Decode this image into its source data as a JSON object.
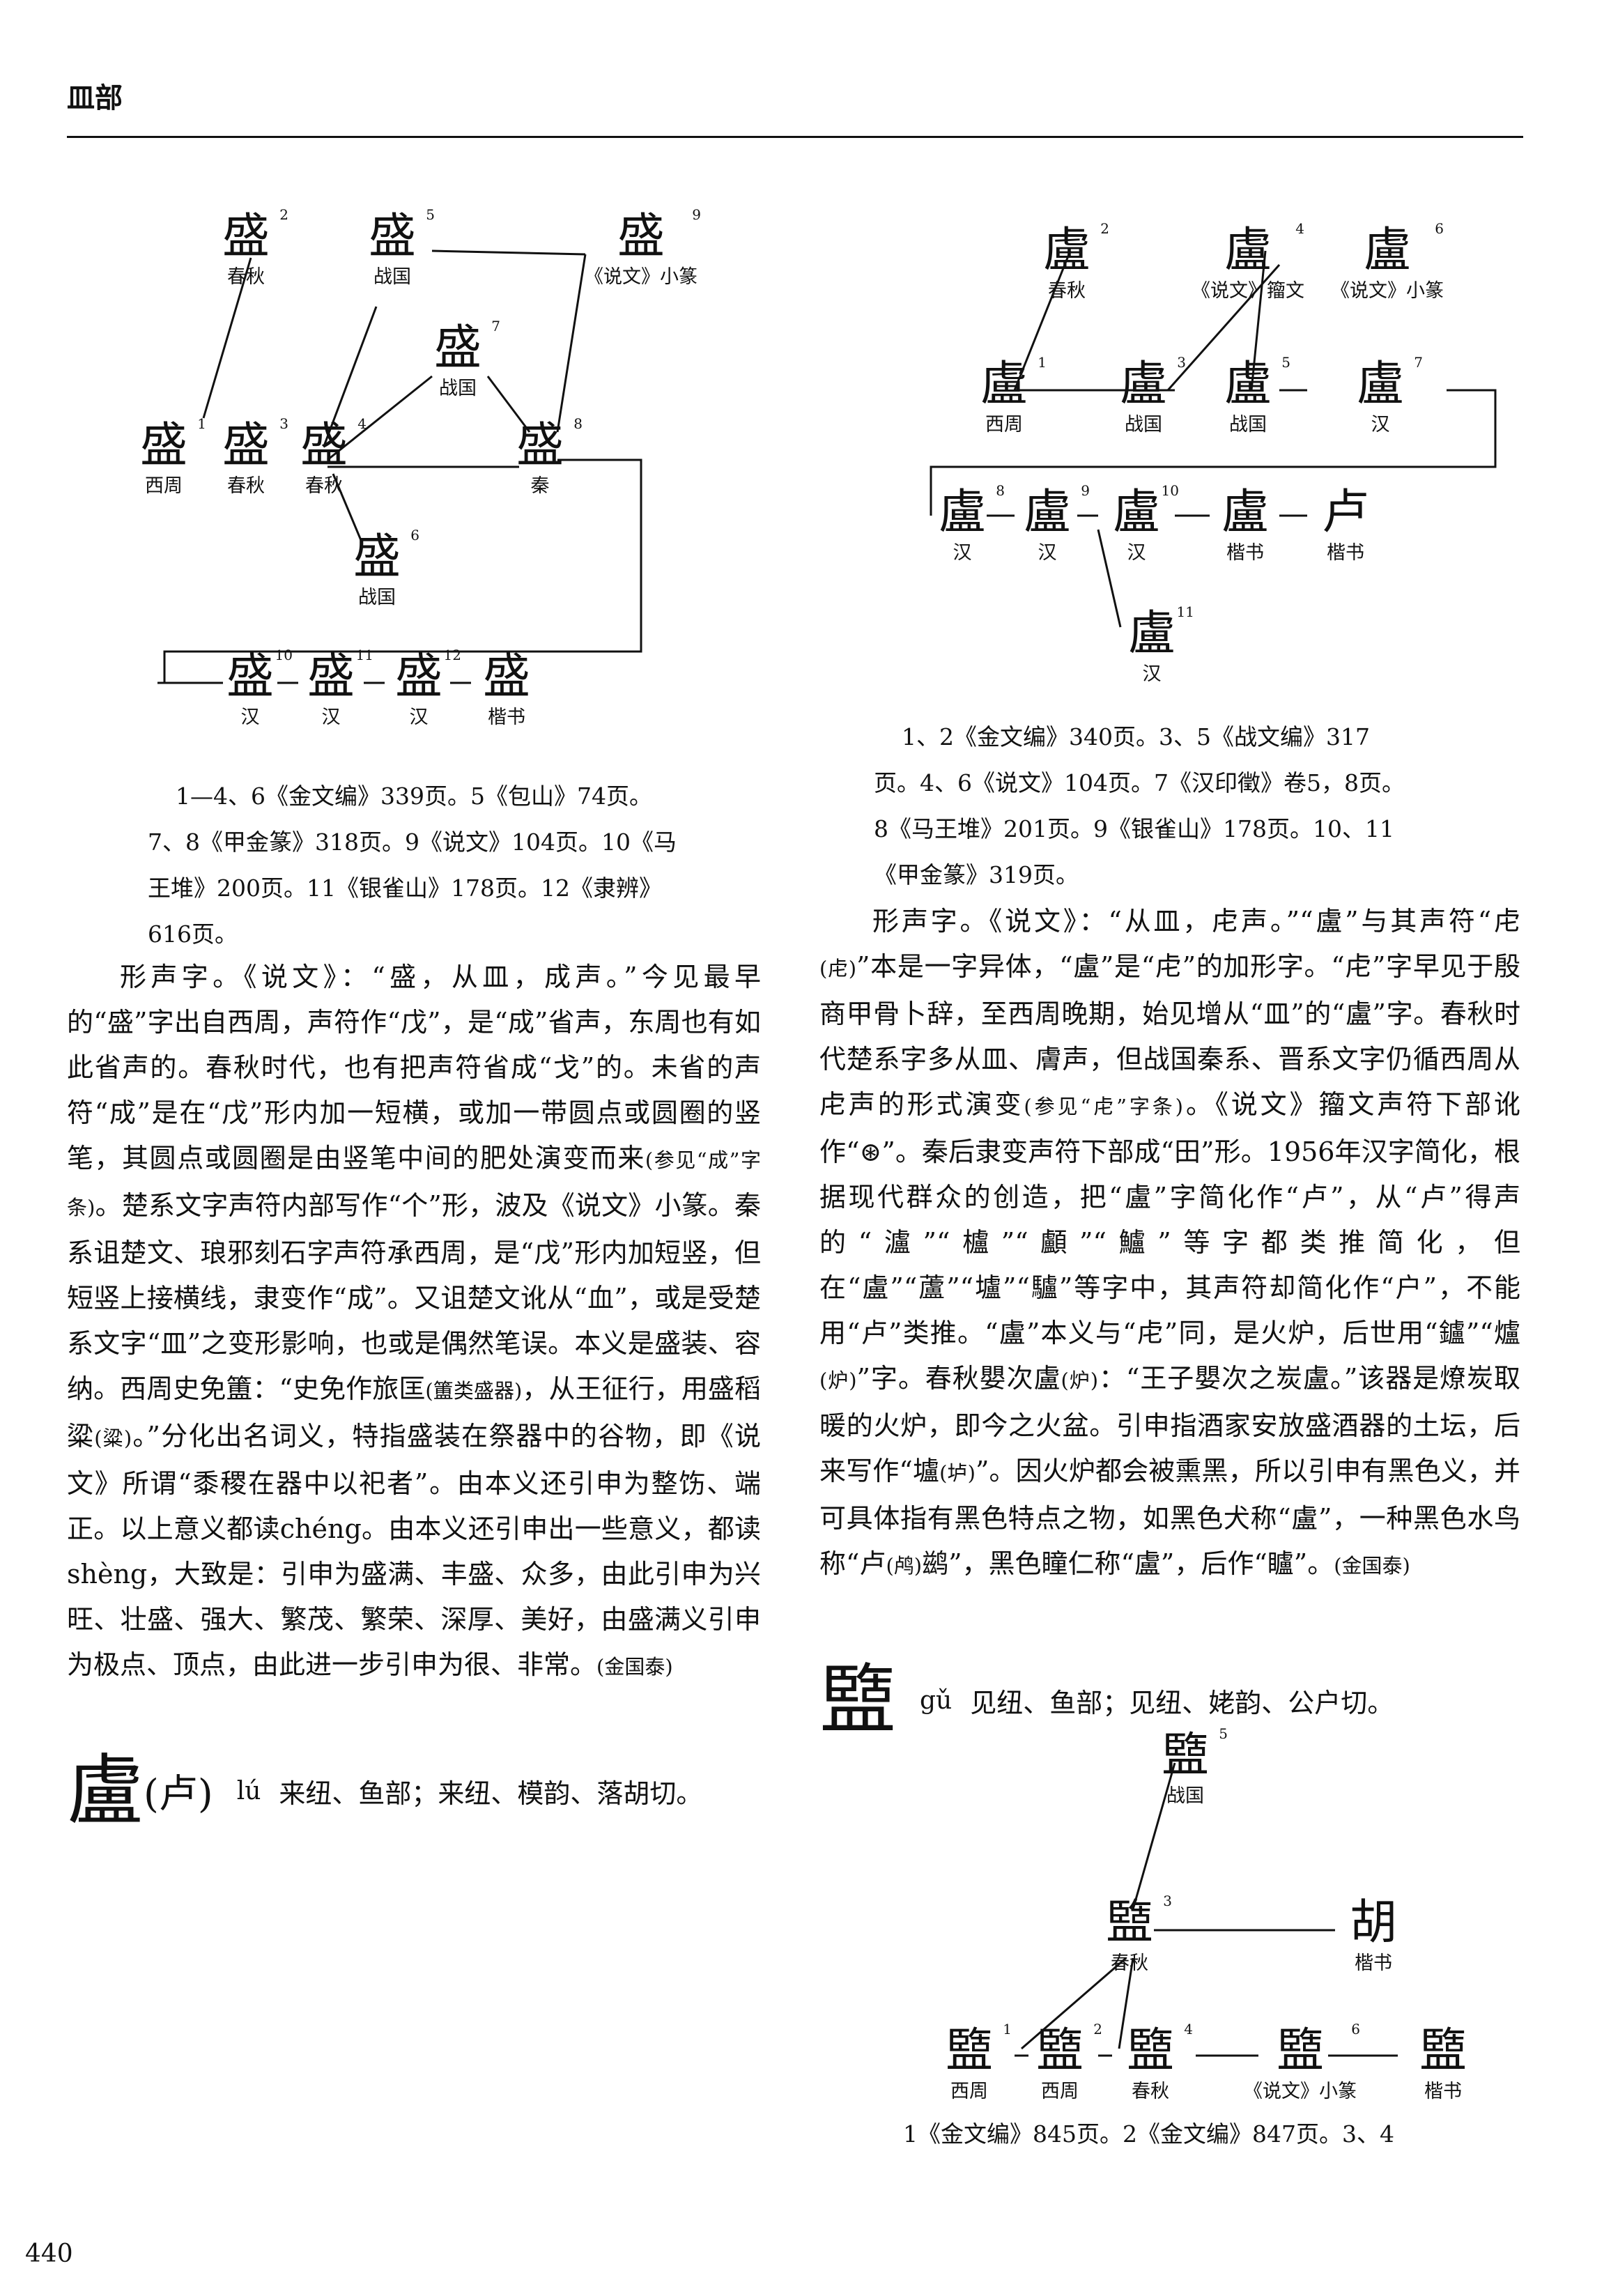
{
  "header": {
    "section": "皿部",
    "page_number": "440"
  },
  "cheng": {
    "nodes": [
      {
        "glyph": "盛",
        "num": "2",
        "era": "春秋"
      },
      {
        "glyph": "盛",
        "num": "5",
        "era": "战国"
      },
      {
        "glyph": "盛",
        "num": "9",
        "era": "《说文》小篆"
      },
      {
        "glyph": "盛",
        "num": "7",
        "era": "战国"
      },
      {
        "glyph": "盛",
        "num": "1",
        "era": "西周"
      },
      {
        "glyph": "盛",
        "num": "3",
        "era": "春秋"
      },
      {
        "glyph": "盛",
        "num": "4",
        "era": "春秋"
      },
      {
        "glyph": "盛",
        "num": "8",
        "era": "秦"
      },
      {
        "glyph": "盛",
        "num": "6",
        "era": "战国"
      },
      {
        "glyph": "盛",
        "num": "10",
        "era": "汉"
      },
      {
        "glyph": "盛",
        "num": "11",
        "era": "汉"
      },
      {
        "glyph": "盛",
        "num": "12",
        "era": "汉"
      },
      {
        "glyph": "盛",
        "num": "",
        "era": "楷书"
      }
    ],
    "refs": [
      "1—4、6《金文编》339页。5《包山》74页。",
      "7、8《甲金篆》318页。9《说文》104页。10《马",
      "王堆》200页。11《银雀山》178页。12《隶辨》",
      "616页。"
    ],
    "paragraphs": [
      [
        {
          "t": "形声字。《说文》：“盛，从皿，成声。”今见最早的“盛”字出自西周，声符作“戊”，是“成”省声，东周也有如此省声的。春秋时代，也有把声符省成“戈”的。未省的声符“成”是在“戊”形内加一短横，或加一带圆点或圆圈的竖笔，其圆点或圆圈是由竖笔中间的肥处演变而来"
        },
        {
          "s": "(参见“成”字条)"
        },
        {
          "t": "。楚系文字声符内部写作“个”形，波及《说文》小篆。秦系诅楚文、琅邪刻石字声符承西周，是“戊”形内加短竖，但短竖上接横线，隶变作“成”。又诅楚文讹从“血”，或是受楚系文字“皿”之变形影响，也或是偶然笔误。本义是盛装、容纳。西周史免簠：“史免作旅匡"
        },
        {
          "s": "(簠类盛器)"
        },
        {
          "t": "，从王征行，用盛稻粱"
        },
        {
          "s": "(粱)"
        },
        {
          "t": "。”分化出名词义，特指盛装在祭器中的谷物，即《说文》所谓“黍稷在器中以祀者”。由本义还引申为整饬、端正。以上意义都读chéng。由本义还引申出一些意义，都读shèng，大致是：引申为盛满、丰盛、众多，由此引申为兴旺、壮盛、强大、繁茂、繁荣、深厚、美好，由盛满义引申为极点、顶点，由此进一步引申为很、非常。"
        },
        {
          "s": "(金国泰)"
        }
      ]
    ]
  },
  "lu": {
    "headword": "盧",
    "variant": "(卢)",
    "pinyin": "lú",
    "rhyme": "来纽、鱼部；来纽、模韵、落胡切。",
    "nodes": [
      {
        "glyph": "盧",
        "num": "2",
        "era": "春秋"
      },
      {
        "glyph": "盧",
        "num": "4",
        "era": "《说文》籀文"
      },
      {
        "glyph": "盧",
        "num": "6",
        "era": "《说文》小篆"
      },
      {
        "glyph": "盧",
        "num": "1",
        "era": "西周"
      },
      {
        "glyph": "盧",
        "num": "3",
        "era": "战国"
      },
      {
        "glyph": "盧",
        "num": "5",
        "era": "战国"
      },
      {
        "glyph": "盧",
        "num": "7",
        "era": "汉"
      },
      {
        "glyph": "盧",
        "num": "8",
        "era": "汉"
      },
      {
        "glyph": "盧",
        "num": "9",
        "era": "汉"
      },
      {
        "glyph": "盧",
        "num": "10",
        "era": "汉"
      },
      {
        "glyph": "盧",
        "num": "",
        "era": "楷书"
      },
      {
        "glyph": "卢",
        "num": "",
        "era": "楷书"
      },
      {
        "glyph": "盧",
        "num": "11",
        "era": "汉"
      }
    ],
    "refs": [
      "1、2《金文编》340页。3、5《战文编》317",
      "页。4、6《说文》104页。7《汉印徵》卷5，8页。",
      "8《马王堆》201页。9《银雀山》178页。10、11",
      "《甲金篆》319页。"
    ],
    "paragraphs": [
      [
        {
          "t": "形声字。《说文》：“从皿，虍声。”“盧”与其声符“虍"
        },
        {
          "s": "(虍)"
        },
        {
          "t": "”本是一字异体，“盧”是“虍”的加形字。“虍”字早见于殷商甲骨卜辞，至西周晚期，始见增从“皿”的“盧”字。春秋时代楚系字多从皿、膚声，但战国秦系、晋系文字仍循西周从虍声的形式演变"
        },
        {
          "s": "(参见“虍”字条)"
        },
        {
          "t": "。《说文》籀文声符下部讹作“⊛”。秦后隶变声符下部成“田”形。1956年汉字简化，根据现代群众的创造，把“盧”字简化作“卢”，从“卢”得声的“瀘”“櫨”“顱”“鱸”等字都类推简化，但在“盧”“蘆”“壚”“驢”等字中，其声符却简化作“户”，不能用“卢”类推。“盧”本义与“虍”同，是火炉，后世用“鑪”“爐"
        },
        {
          "s": "(炉)"
        },
        {
          "t": "”字。春秋嬰次盧"
        },
        {
          "s": "(炉)"
        },
        {
          "t": "：“王子嬰次之炭盧。”该器是燎炭取暖的火炉，即今之火盆。引申指酒家安放盛酒器的土坛，后来写作“壚"
        },
        {
          "s": "(垆)"
        },
        {
          "t": "”。因火炉都会被熏黑，所以引申有黑色义，并可具体指有黑色特点之物，如黑色犬称“盧”，一种黑色水鸟称“卢"
        },
        {
          "s": "(鸬)"
        },
        {
          "t": "鹚”，黑色瞳仁称“盧”，后作“矑”。"
        },
        {
          "s": "(金国泰)"
        }
      ]
    ]
  },
  "gu": {
    "headword": "盬",
    "pinyin": "gǔ",
    "rhyme": "见纽、鱼部；见纽、姥韵、公户切。",
    "nodes": [
      {
        "glyph": "盬",
        "num": "5",
        "era": "战国"
      },
      {
        "glyph": "盬",
        "num": "3",
        "era": "春秋"
      },
      {
        "glyph": "胡",
        "num": "",
        "era": "楷书"
      },
      {
        "glyph": "盬",
        "num": "1",
        "era": "西周"
      },
      {
        "glyph": "盬",
        "num": "2",
        "era": "西周"
      },
      {
        "glyph": "盬",
        "num": "4",
        "era": "春秋"
      },
      {
        "glyph": "盬",
        "num": "6",
        "era": "《说文》小篆"
      },
      {
        "glyph": "盬",
        "num": "",
        "era": "楷书"
      }
    ],
    "refs": [
      "1《金文编》845页。2《金文编》847页。3、4"
    ]
  }
}
